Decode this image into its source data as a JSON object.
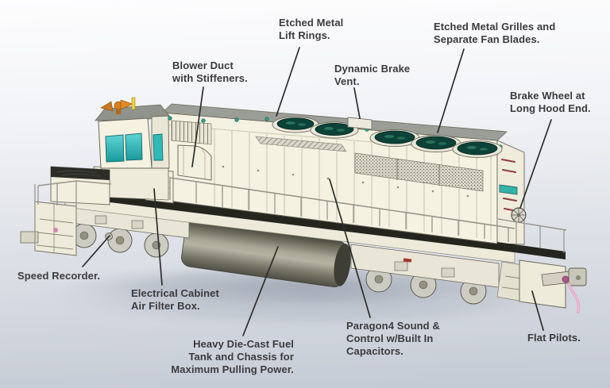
{
  "figure": {
    "alt": "3D rendered cream-colored six-axle diesel locomotive model shown in three-quarter view with feature callout lines"
  },
  "colors": {
    "background_top": "#fdfdfe",
    "background_bottom": "#c4cad4",
    "body_cream": "#f5f2e1",
    "roof_gray": "#9a9e96",
    "fan_teal_dark": "#0c4238",
    "fan_teal_speckle": "#2f8068",
    "window_teal": "#3cc6c4",
    "horn_orange": "#e08a24",
    "fuel_tank_olive": "#8f8d7c",
    "walkway_black": "#24251f",
    "hose_pink": "#e4a2c4",
    "grab_iron_maroon": "#8e3b45",
    "label_text": "#3b3b3d",
    "leader_line": "#2d2d2d"
  },
  "annotations": {
    "lift_rings": {
      "label": "Etched Metal\nLift Rings."
    },
    "fan_grilles": {
      "label": "Etched Metal Grilles and\nSeparate Fan Blades."
    },
    "blower_duct": {
      "label": "Blower Duct\nwith Stiffeners."
    },
    "dynamic_brake_vent": {
      "label": "Dynamic Brake\nVent."
    },
    "brake_wheel": {
      "label": "Brake Wheel at\nLong Hood End."
    },
    "speed_recorder": {
      "label": "Speed Recorder."
    },
    "electrical_cabinet": {
      "label": "Electrical Cabinet\nAir Filter Box."
    },
    "fuel_tank": {
      "label": "Heavy Die-Cast Fuel\nTank and Chassis for\nMaximum Pulling Power."
    },
    "paragon4": {
      "label": "Paragon4 Sound &\nControl w/Built In\nCapacitors."
    },
    "flat_pilots": {
      "label": "Flat Pilots."
    }
  }
}
